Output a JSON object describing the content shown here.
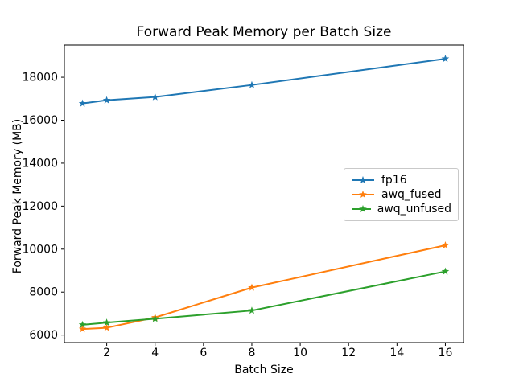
{
  "chart_data": {
    "type": "line",
    "title": "Forward Peak Memory per Batch Size",
    "xlabel": "Batch Size",
    "ylabel": "Forward Peak Memory (MB)",
    "x": [
      1,
      2,
      4,
      8,
      16
    ],
    "series": [
      {
        "name": "fp16",
        "color": "#1f77b4",
        "values": [
          16780,
          16930,
          17080,
          17640,
          18860
        ]
      },
      {
        "name": "awq_fused",
        "color": "#ff7f0e",
        "values": [
          6280,
          6340,
          6820,
          8210,
          10180
        ]
      },
      {
        "name": "awq_unfused",
        "color": "#2ca02c",
        "values": [
          6480,
          6580,
          6760,
          7140,
          8960
        ]
      }
    ],
    "xticks": [
      2,
      4,
      6,
      8,
      10,
      12,
      14,
      16
    ],
    "yticks": [
      6000,
      8000,
      10000,
      12000,
      14000,
      16000,
      18000
    ],
    "xlim": [
      0.25,
      16.75
    ],
    "ylim": [
      5650,
      19500
    ],
    "marker": "star",
    "grid": false,
    "legend_position": "center right",
    "axis_color": "#000000",
    "background_color": "#ffffff"
  }
}
